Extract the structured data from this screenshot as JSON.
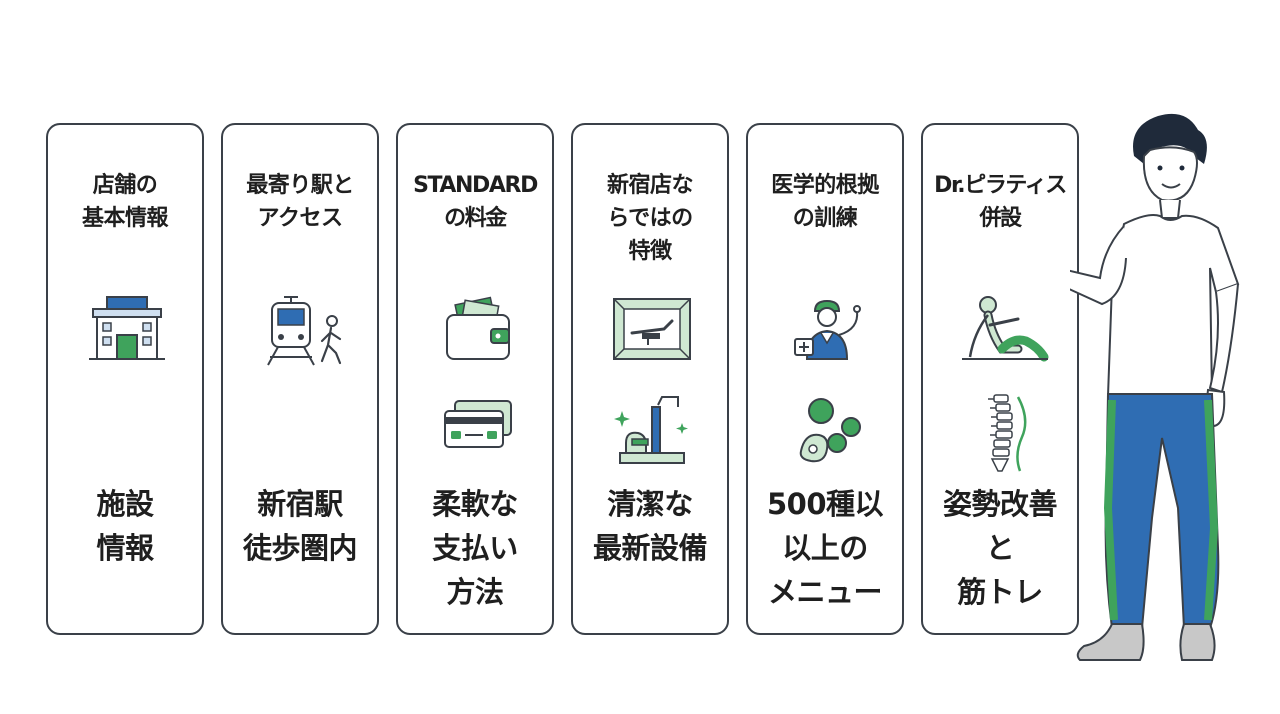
{
  "colors": {
    "stroke": "#3a4048",
    "blue": "#2f6db3",
    "green": "#3fa35c",
    "light_green": "#cfe8d2",
    "light_blue": "#cfdff0"
  },
  "cards": [
    {
      "title": "店舗の\n基本情報",
      "body": "施設\n情報",
      "icons": [
        "building-icon"
      ]
    },
    {
      "title": "最寄り駅と\nアクセス",
      "body": "新宿駅\n徒歩圏内",
      "icons": [
        "train-icon",
        "walking-person-icon"
      ]
    },
    {
      "title": "STANDARD\nの料金",
      "body": "柔軟な\n支払い\n方法",
      "icons": [
        "wallet-icon",
        "credit-card-icon"
      ]
    },
    {
      "title": "新宿店な\nらではの\n特徴",
      "body": "清潔な\n最新設備",
      "icons": [
        "reformer-machine-icon",
        "clean-equipment-icon"
      ]
    },
    {
      "title": "医学的根拠\nの訓練",
      "body": "500種以\n以上の\nメニュー",
      "icons": [
        "doctor-stethoscope-icon",
        "exercise-balls-icon"
      ]
    },
    {
      "title": "Dr.ピラティス\n併設",
      "body": "姿勢改善\nと\n筋トレ",
      "icons": [
        "stretching-person-icon",
        "spine-icon"
      ]
    }
  ]
}
